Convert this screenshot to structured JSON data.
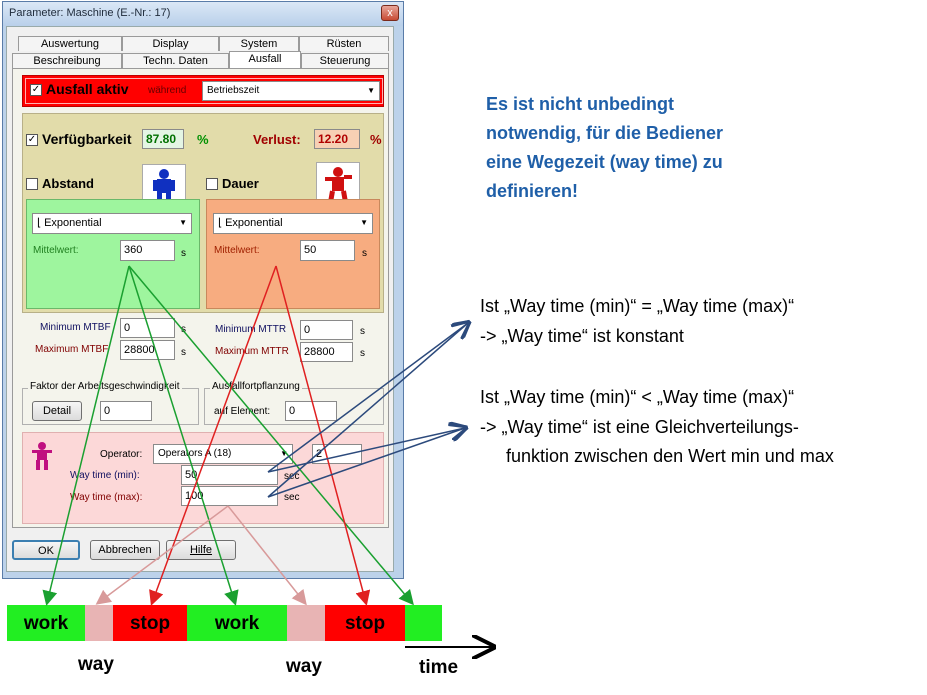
{
  "window": {
    "title": "Parameter: Maschine (E.-Nr.:  17)",
    "close_label": "x"
  },
  "tabs": {
    "row1": [
      "Auswertung",
      "Display",
      "System",
      "Rüsten"
    ],
    "row2": [
      "Beschreibung",
      "Techn. Daten",
      "Ausfall",
      "Steuerung"
    ],
    "active": "Ausfall"
  },
  "failure": {
    "active_checkbox": "✓",
    "active_label": "Ausfall aktiv",
    "during_label": "während",
    "during_value": "Betriebszeit",
    "availability_label": "Verfügbarkeit",
    "availability_value": "87.80",
    "availability_unit": "%",
    "loss_label": "Verlust:",
    "loss_value": "12.20",
    "loss_unit": "%"
  },
  "interval": {
    "label": "Abstand",
    "distribution": "Exponential",
    "mean_label": "Mittelwert:",
    "mean_value": "360",
    "unit": "s",
    "min_label": "Minimum MTBF",
    "min_value": "0",
    "max_label": "Maximum MTBF",
    "max_value": "28800"
  },
  "duration": {
    "label": "Dauer",
    "distribution": "Exponential",
    "mean_label": "Mittelwert:",
    "mean_value": "50",
    "unit": "s",
    "min_label": "Minimum MTTR",
    "min_value": "0",
    "max_label": "Maximum MTTR",
    "max_value": "28800"
  },
  "speed_factor": {
    "label": "Faktor der Arbeitsgeschwindigkeit",
    "detail_button": "Detail",
    "value": "0"
  },
  "propagation": {
    "label": "Ausfallfortpflanzung",
    "element_label": "auf Element:",
    "element_value": "0"
  },
  "operator": {
    "label": "Operator:",
    "value": "Operators A (18)",
    "count": "2",
    "way_min_label": "Way time (min):",
    "way_min_value": "50",
    "way_max_label": "Way time (max):",
    "way_max_value": "100",
    "unit": "sec"
  },
  "buttons": {
    "ok": "OK",
    "cancel": "Abbrechen",
    "help": "Hilfe"
  },
  "annotations": {
    "note_line1": "Es ist nicht unbedingt",
    "note_line2": "notwendig, für die Bediener",
    "note_line3": "eine Wegezeit (way time) zu",
    "note_line4": "definieren!",
    "equal_line1": "Ist „Way time (min)“ = „Way time (max)“",
    "equal_line2": "-> „Way time“ ist konstant",
    "less_line1": "Ist „Way time (min)“ < „Way time (max)“",
    "less_line2": "-> „Way time“ ist eine Gleichverteilungs-",
    "less_line3": "funktion zwischen den Wert min und max"
  },
  "timeline": {
    "work1": "work",
    "stop1": "stop",
    "work2": "work",
    "stop2": "stop",
    "way1": "way",
    "way2": "way",
    "time": "time"
  },
  "colors": {
    "work": "#22ee22",
    "stop": "#ff0000",
    "way": "#e8b4b4",
    "note_blue": "#1f5fa8",
    "arrow_green": "#1aa030",
    "arrow_red": "#e02020",
    "arrow_pink": "#d89a9a",
    "arrow_navy": "#2c4a7c"
  }
}
